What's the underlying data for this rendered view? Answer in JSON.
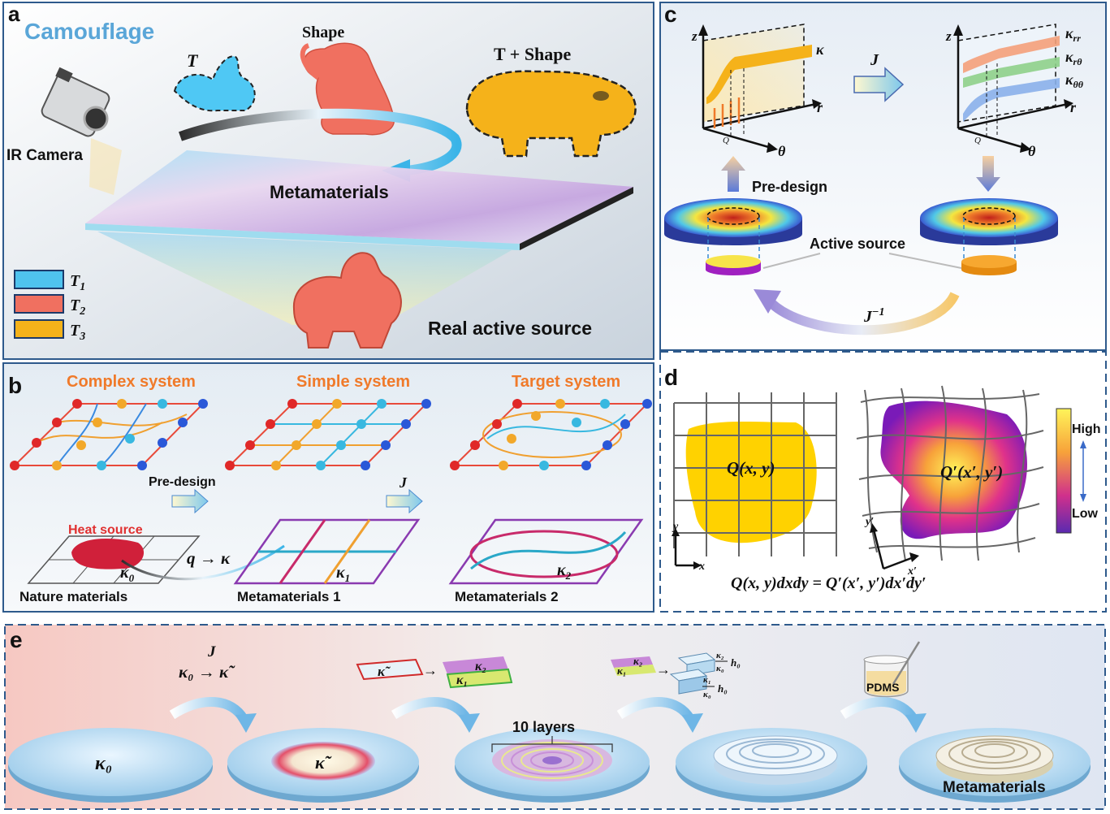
{
  "panels": {
    "a": {
      "letter": "a",
      "title": "Camouflage",
      "labels": {
        "camera": "IR Camera",
        "t": "T",
        "shape": "Shape",
        "t_shape": "T + Shape",
        "metamaterials": "Metamaterials",
        "real_source": "Real active source"
      },
      "legend": [
        {
          "label": "T",
          "sub": "1",
          "color": "#4fc3ee"
        },
        {
          "label": "T",
          "sub": "2",
          "color": "#f07060"
        },
        {
          "label": "T",
          "sub": "3",
          "color": "#f5b21a"
        }
      ]
    },
    "b": {
      "letter": "b",
      "systems": [
        "Complex system",
        "Simple system",
        "Target system"
      ],
      "arrow_labels": [
        "Pre-design",
        "J"
      ],
      "heat_source": "Heat source",
      "q_to_k": "q → κ",
      "kappas": [
        "κ",
        "κ",
        "κ"
      ],
      "kappa_subs": [
        "0",
        "1",
        "2"
      ],
      "bottom_labels": [
        "Nature materials",
        "Metamaterials 1",
        "Metamaterials 2"
      ]
    },
    "c": {
      "letter": "c",
      "axes": {
        "z": "z",
        "r": "r",
        "theta": "θ",
        "q": "Q"
      },
      "kappa": "κ",
      "tensor": [
        {
          "sym": "κ",
          "sub": "rr"
        },
        {
          "sym": "κ",
          "sub": "rθ"
        },
        {
          "sym": "κ",
          "sub": "θθ"
        }
      ],
      "j": "J",
      "pre_design": "Pre-design",
      "active_source": "Active source",
      "j_inv": "J",
      "j_inv_sup": "−1"
    },
    "d": {
      "letter": "d",
      "q_xy": "Q(x, y)",
      "q_prime": "Q′(x′, y′)",
      "colorbar_high": "High",
      "colorbar_low": "Low",
      "axes": {
        "x": "x",
        "y": "y",
        "xp": "x′",
        "yp": "y′"
      },
      "equation": "Q(x, y)dxdy = Q′(x′, y′)dx′dy′"
    },
    "e": {
      "letter": "e",
      "step1_j": "J",
      "step1_map": "κ₀ → κ̃",
      "step2_tilde": "κ̃",
      "step2_k2": "κ₂",
      "step2_k1": "κ₁",
      "step3_k2": "κ₂",
      "step3_k1": "κ₁",
      "step3_frac_top_num": "κ₂",
      "step3_frac_top_den": "κ₀",
      "step3_frac_bot_num": "κ₁",
      "step3_frac_bot_den": "κ₀",
      "step3_h": "h₀",
      "pdms": "PDMS",
      "layers": "10 layers",
      "disk1": "κ₀",
      "disk2": "κ̃",
      "final": "Metamaterials"
    }
  },
  "colors": {
    "frame": "#2e5a8c",
    "orange_title": "#f07a2a",
    "camouflage": "#5aa6d8",
    "red": "#e03030"
  }
}
